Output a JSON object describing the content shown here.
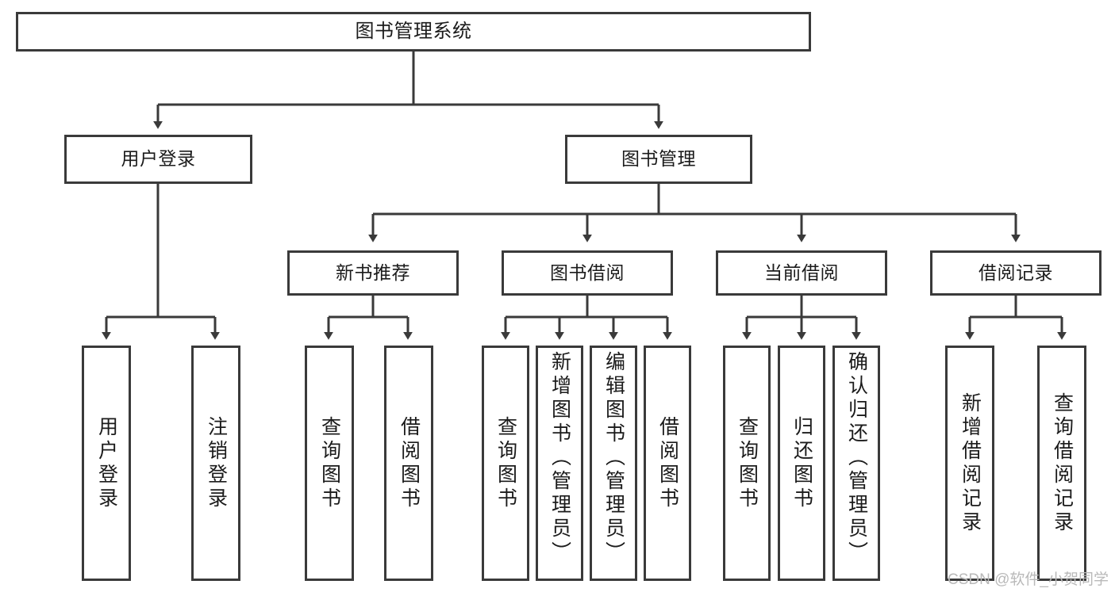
{
  "diagram": {
    "title": "图书管理系统",
    "type": "hierarchy-tree",
    "colors": {
      "box_border": "#3a3a3a",
      "box_fill": "#ffffff",
      "edge": "#3a3a3a",
      "text": "#1b1b1b",
      "watermark": "#b9b9b9",
      "background": "#ffffff"
    },
    "watermark": "CSDN @软件_小贺同学",
    "levels": {
      "level1": [
        {
          "id": "root",
          "label": "图书管理系统"
        }
      ],
      "level2": [
        {
          "id": "user-login",
          "label": "用户登录"
        },
        {
          "id": "book-manage",
          "label": "图书管理"
        }
      ],
      "level3": [
        {
          "id": "new-book-recommend",
          "label": "新书推荐"
        },
        {
          "id": "book-borrow",
          "label": "图书借阅"
        },
        {
          "id": "current-borrow",
          "label": "当前借阅"
        },
        {
          "id": "borrow-record",
          "label": "借阅记录"
        }
      ],
      "level4": [
        {
          "id": "leaf-user-login",
          "label": "用户登录",
          "parent": "user-login"
        },
        {
          "id": "leaf-logout-login",
          "label": "注销登录",
          "parent": "user-login"
        },
        {
          "id": "leaf-query-book-1",
          "label": "查询图书",
          "parent": "new-book-recommend"
        },
        {
          "id": "leaf-borrow-book-1",
          "label": "借阅图书",
          "parent": "new-book-recommend"
        },
        {
          "id": "leaf-query-book-2",
          "label": "查询图书",
          "parent": "book-borrow"
        },
        {
          "id": "leaf-add-book",
          "label": "新增图书（管理员）",
          "parent": "book-borrow"
        },
        {
          "id": "leaf-edit-book",
          "label": "编辑图书（管理员）",
          "parent": "book-borrow"
        },
        {
          "id": "leaf-borrow-book-2",
          "label": "借阅图书",
          "parent": "book-borrow"
        },
        {
          "id": "leaf-query-book-3",
          "label": "查询图书",
          "parent": "current-borrow"
        },
        {
          "id": "leaf-return-book",
          "label": "归还图书",
          "parent": "current-borrow"
        },
        {
          "id": "leaf-confirm-return",
          "label": "确认归还（管理员）",
          "parent": "current-borrow"
        },
        {
          "id": "leaf-add-record",
          "label": "新增借阅记录",
          "parent": "borrow-record"
        },
        {
          "id": "leaf-query-record",
          "label": "查询借阅记录",
          "parent": "borrow-record"
        }
      ]
    }
  }
}
